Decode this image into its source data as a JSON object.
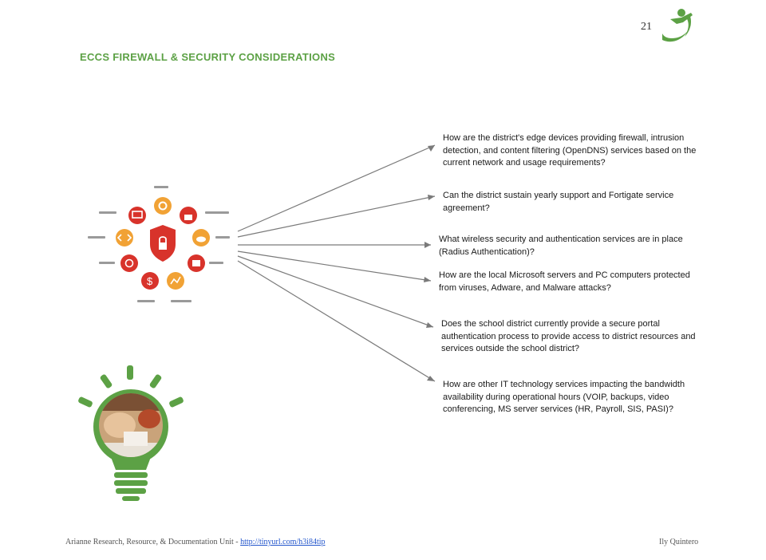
{
  "page": {
    "number": "21"
  },
  "title": "ECCS FIREWALL & SECURITY CONSIDERATIONS",
  "questions": [
    "How are the district's edge devices providing firewall, intrusion detection, and content filtering (OpenDNS) services based on the current network and usage requirements?",
    "Can the district sustain yearly support and Fortigate service agreement?",
    "What wireless security and authentication services are in place (Radius Authentication)?",
    "How are the local Microsoft servers and PC computers protected from viruses, Adware, and Malware attacks?",
    "Does the school district currently provide a secure portal authentication process to provide access to district resources and services outside the school district?",
    "How are other IT technology services impacting the bandwidth availability during operational hours (VOIP, backups, video conferencing, MS server services (HR, Payroll, SIS, PASI)?"
  ],
  "footer": {
    "text": "Arianne Research, Resource, & Documentation Unit - ",
    "link": "http://tinyurl.com/h3i84tip",
    "author": "Ily Quintero"
  },
  "icons": {
    "center": "shield-lock-icon",
    "ring": [
      "gear-icon",
      "lock-icon",
      "monitor-icon",
      "cloud-icon",
      "database-icon",
      "dollar-icon",
      "chart-icon",
      "target-icon",
      "code-icon",
      "mail-icon"
    ]
  },
  "colors": {
    "accent_green": "#5ca145",
    "red": "#d8332b",
    "orange": "#f1a235"
  }
}
